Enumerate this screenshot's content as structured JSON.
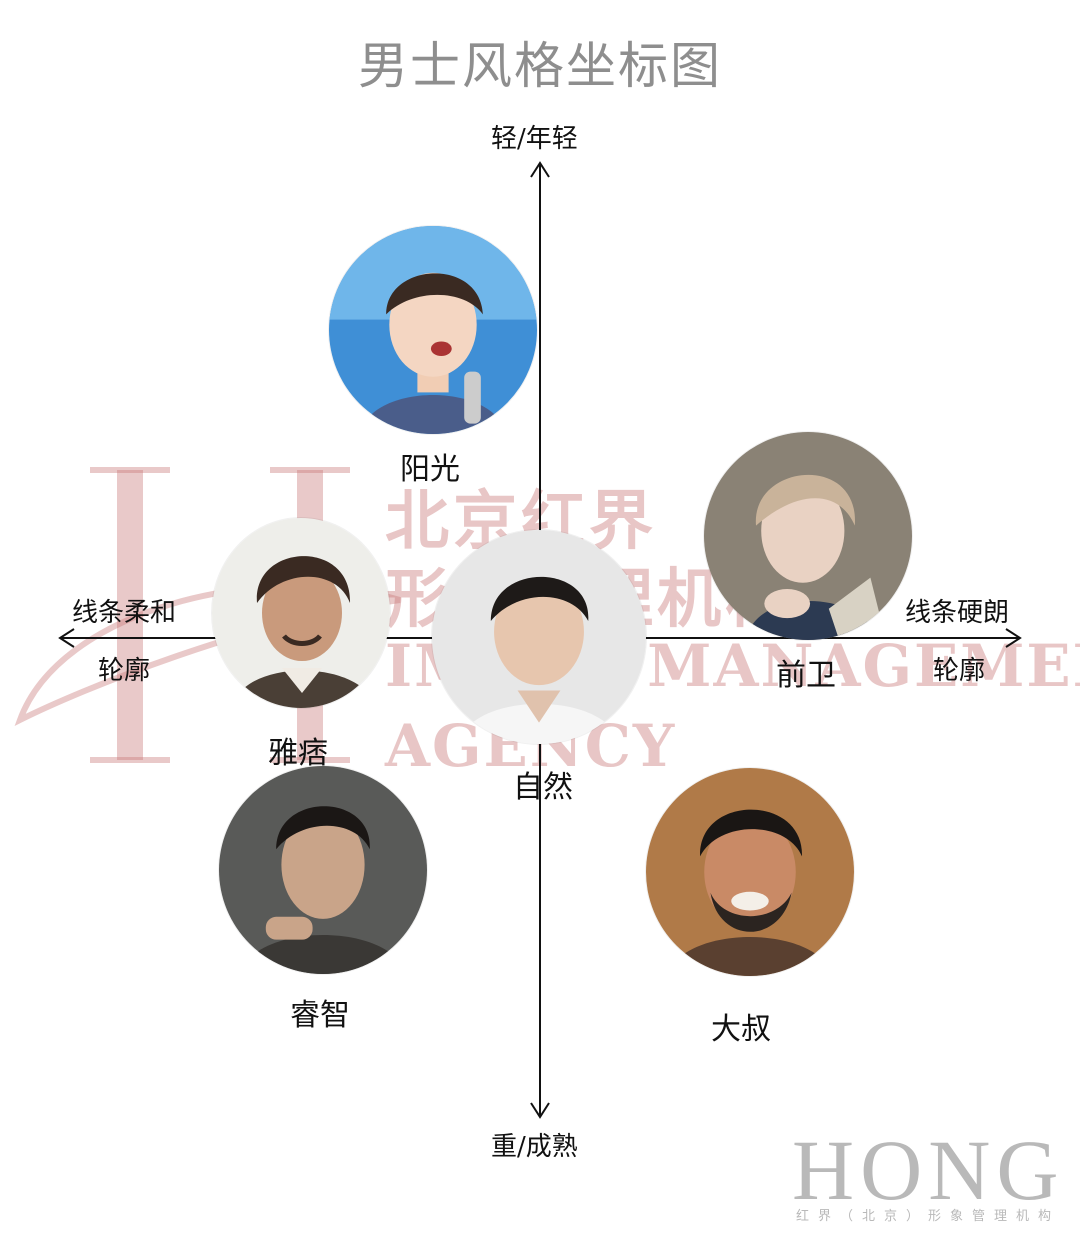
{
  "title": "男士风格坐标图",
  "axes": {
    "top": "轻/年轻",
    "bottom": "重/成熟",
    "left_line1": "线条柔和",
    "left_line2": "轮廓",
    "right_line1": "线条硬朗",
    "right_line2": "轮廓"
  },
  "styles": {
    "sunny": "阳光",
    "avant": "前卫",
    "elegant_ruffian": "雅痞",
    "natural": "自然",
    "wise": "睿智",
    "uncle": "大叔"
  },
  "watermark": {
    "cn_line1": "北京红界",
    "cn_line2": "形象管理机构",
    "en_line1": "IMAGE MANAGEMENT",
    "en_line2": "AGENCY"
  },
  "brand": {
    "name": "HONG",
    "subtitle": "红界（北京）形象管理机构"
  },
  "colors": {
    "title": "#8e8e8e",
    "watermark": "#c87878",
    "brand": "#b9b9b9"
  }
}
